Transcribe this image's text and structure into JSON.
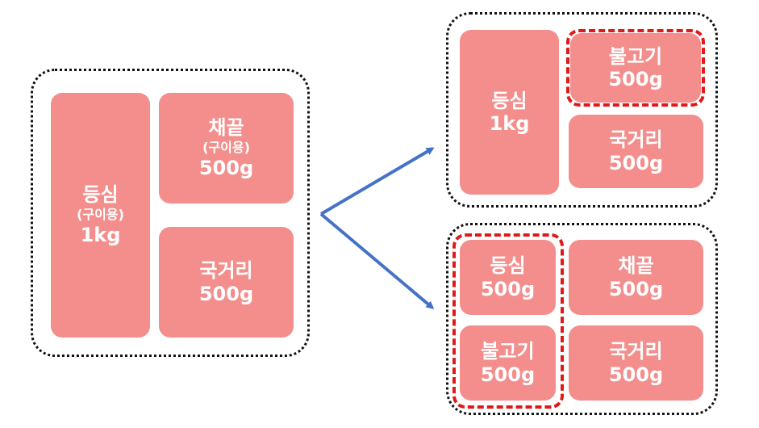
{
  "colors": {
    "box_fill": "#f38e8d",
    "highlight": "#e01818",
    "arrow": "#4472c4",
    "text": "#ffffff"
  },
  "left_set": {
    "tall_box": {
      "name": "등심",
      "sub": "(구이용)",
      "qty": "1kg"
    },
    "top_box": {
      "name": "채끝",
      "sub": "(구이용)",
      "qty": "500g"
    },
    "bottom_box": {
      "name": "국거리",
      "qty": "500g"
    }
  },
  "top_right_set": {
    "tall_box": {
      "name": "등심",
      "qty": "1kg"
    },
    "highlighted_box": {
      "name": "불고기",
      "qty": "500g"
    },
    "bottom_box": {
      "name": "국거리",
      "qty": "500g"
    }
  },
  "bottom_right_set": {
    "box1": {
      "name": "등심",
      "qty": "500g"
    },
    "box2": {
      "name": "불고기",
      "qty": "500g"
    },
    "box3": {
      "name": "채끝",
      "qty": "500g"
    },
    "box4": {
      "name": "국거리",
      "qty": "500g"
    }
  }
}
